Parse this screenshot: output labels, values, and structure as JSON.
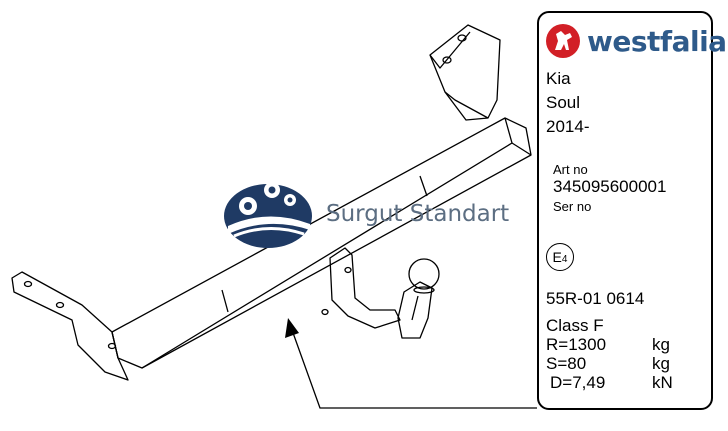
{
  "watermark": {
    "text": "Surgut Standart"
  },
  "label": {
    "brand": "westfalia",
    "make": "Kia",
    "model": "Soul",
    "year": "2014-",
    "art_no_label": "Art no",
    "art_no": "345095600001",
    "ser_no_label": "Ser no",
    "e_mark": "E",
    "e_mark_num": "4",
    "approval": "55R-01 0614",
    "class": "Class F",
    "r_value": "R=1300",
    "r_unit": "kg",
    "s_value": "S=80",
    "s_unit": "kg",
    "d_value": "D=7,49",
    "d_unit": "kN"
  },
  "colors": {
    "brand_red": "#d21f26",
    "brand_blue": "#2e5a8a",
    "watermark_blue": "#1f3a64",
    "watermark_gray": "#5c6e82"
  }
}
